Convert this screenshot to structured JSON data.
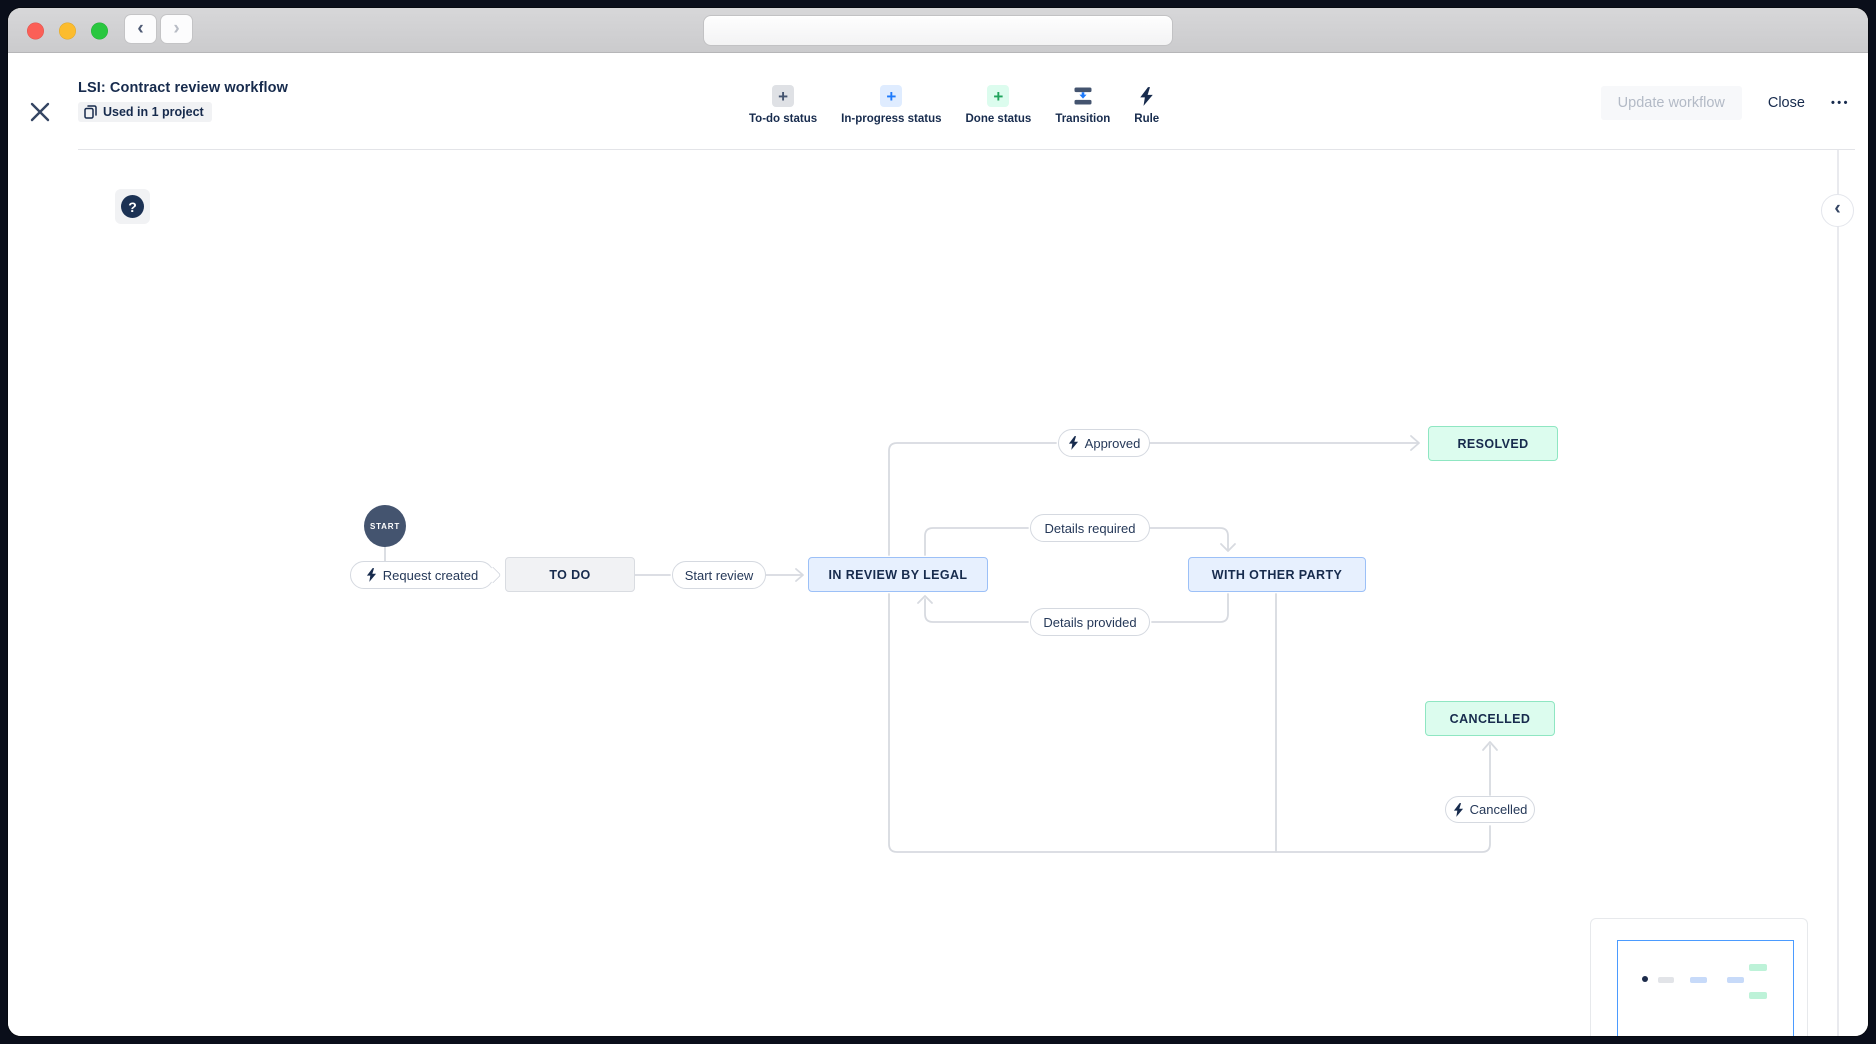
{
  "chrome": {
    "back_glyph": "‹",
    "forward_glyph": "›",
    "url_value": ""
  },
  "header": {
    "title": "LSI: Contract review workflow",
    "badge": "Used in 1 project",
    "actions": {
      "update": "Update workflow",
      "close": "Close",
      "more": "•••"
    }
  },
  "toolbar": [
    {
      "label": "To-do status",
      "glyph": "+",
      "category": "todo"
    },
    {
      "label": "In-progress status",
      "glyph": "+",
      "category": "in-progress"
    },
    {
      "label": "Done status",
      "glyph": "+",
      "category": "done"
    },
    {
      "label": "Transition",
      "glyph": "",
      "category": "transition"
    },
    {
      "label": "Rule",
      "glyph": "",
      "category": "rule"
    }
  ],
  "canvas": {
    "help_glyph": "?",
    "collapse_glyph": "‹"
  },
  "workflow": {
    "start_label": "START",
    "statuses": [
      {
        "id": "todo",
        "label": "TO DO",
        "category": "todo"
      },
      {
        "id": "in-review-by-legal",
        "label": "IN REVIEW BY LEGAL",
        "category": "in-progress"
      },
      {
        "id": "with-other-party",
        "label": "WITH OTHER PARTY",
        "category": "in-progress"
      },
      {
        "id": "resolved",
        "label": "RESOLVED",
        "category": "done"
      },
      {
        "id": "cancelled",
        "label": "CANCELLED",
        "category": "done"
      }
    ],
    "transitions": [
      {
        "label": "Request created",
        "has_rule": true,
        "from": "start",
        "to": "todo"
      },
      {
        "label": "Start review",
        "has_rule": false,
        "from": "todo",
        "to": "in-review-by-legal"
      },
      {
        "label": "Approved",
        "has_rule": true,
        "from": "in-review-by-legal",
        "to": "resolved"
      },
      {
        "label": "Details required",
        "has_rule": false,
        "from": "in-review-by-legal",
        "to": "with-other-party"
      },
      {
        "label": "Details provided",
        "has_rule": false,
        "from": "with-other-party",
        "to": "in-review-by-legal"
      },
      {
        "label": "Cancelled",
        "has_rule": true,
        "from": "any",
        "to": "cancelled"
      }
    ]
  },
  "colors": {
    "navy_text": "#172b4d",
    "start_node": "#44546f",
    "status_todo_bg": "#f1f2f4",
    "status_inprogress_bg": "#e7f0fe",
    "status_done_bg": "#dcfcee",
    "accent_blue": "#1d7afc",
    "accent_green": "#21a45d",
    "connector": "#d7dae0",
    "minimap_viewport_border": "#4b9bff",
    "traffic_red": "#fb5f57",
    "traffic_yellow": "#fcbc2e",
    "traffic_green": "#29c73f"
  }
}
